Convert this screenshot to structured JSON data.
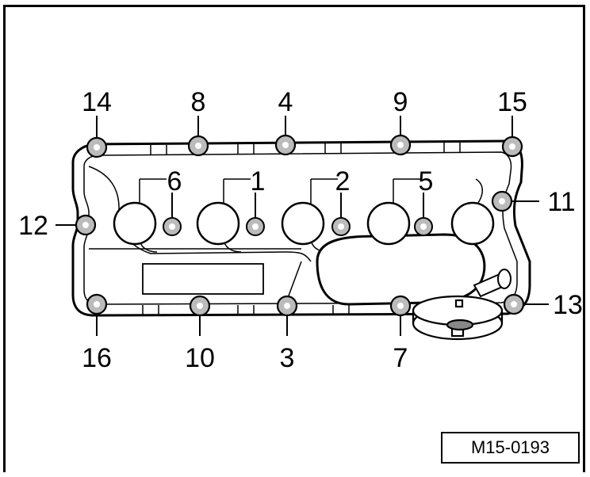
{
  "figure": {
    "reference": "M15-0193",
    "bolt_labels": [
      "1",
      "2",
      "3",
      "4",
      "5",
      "6",
      "7",
      "8",
      "9",
      "10",
      "11",
      "12",
      "13",
      "14",
      "15",
      "16"
    ]
  }
}
